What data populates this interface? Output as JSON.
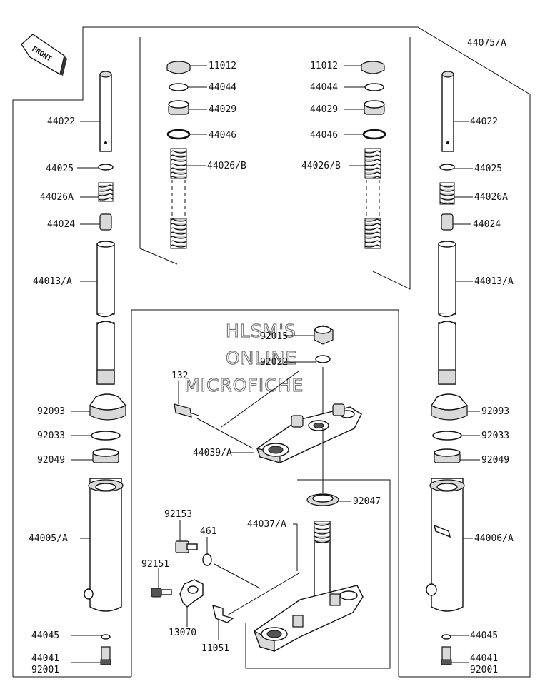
{
  "direction_badge": {
    "label": "FRONT"
  },
  "watermark": {
    "line1": "HLSM'S",
    "line2": "ONLINE",
    "line3": "MICROFICHE"
  },
  "callouts": {
    "c11012_l": "11012",
    "c44044_l": "44044",
    "c44029_l": "44029",
    "c44046_l": "44046",
    "c44026b_l": "44026/B",
    "c11012_r": "11012",
    "c44044_r": "44044",
    "c44029_r": "44029",
    "c44046_r": "44046",
    "c44026b_r": "44026/B",
    "c44075": "44075/A",
    "c44022_l": "44022",
    "c44025_l": "44025",
    "c44026a_l": "44026A",
    "c44024_l": "44024",
    "c44013_l": "44013/A",
    "c92093_l": "92093",
    "c92033_l": "92033",
    "c92049_l": "92049",
    "c44005": "44005/A",
    "c44045_l": "44045",
    "c44041_l": "44041",
    "c92001_l": "92001",
    "c44022_r": "44022",
    "c44025_r": "44025",
    "c44026a_r": "44026A",
    "c44024_r": "44024",
    "c44013_r": "44013/A",
    "c92093_r": "92093",
    "c92033_r": "92033",
    "c92049_r": "92049",
    "c44006": "44006/A",
    "c44045_r": "44045",
    "c44041_r": "44041",
    "c92001_r": "92001",
    "c92015": "92015",
    "c92022": "92022",
    "c132": "132",
    "c44039": "44039/A",
    "c92047": "92047",
    "c44037": "44037/A",
    "c92153": "92153",
    "c461": "461",
    "c92151": "92151",
    "c13070": "13070",
    "c11051": "11051"
  }
}
